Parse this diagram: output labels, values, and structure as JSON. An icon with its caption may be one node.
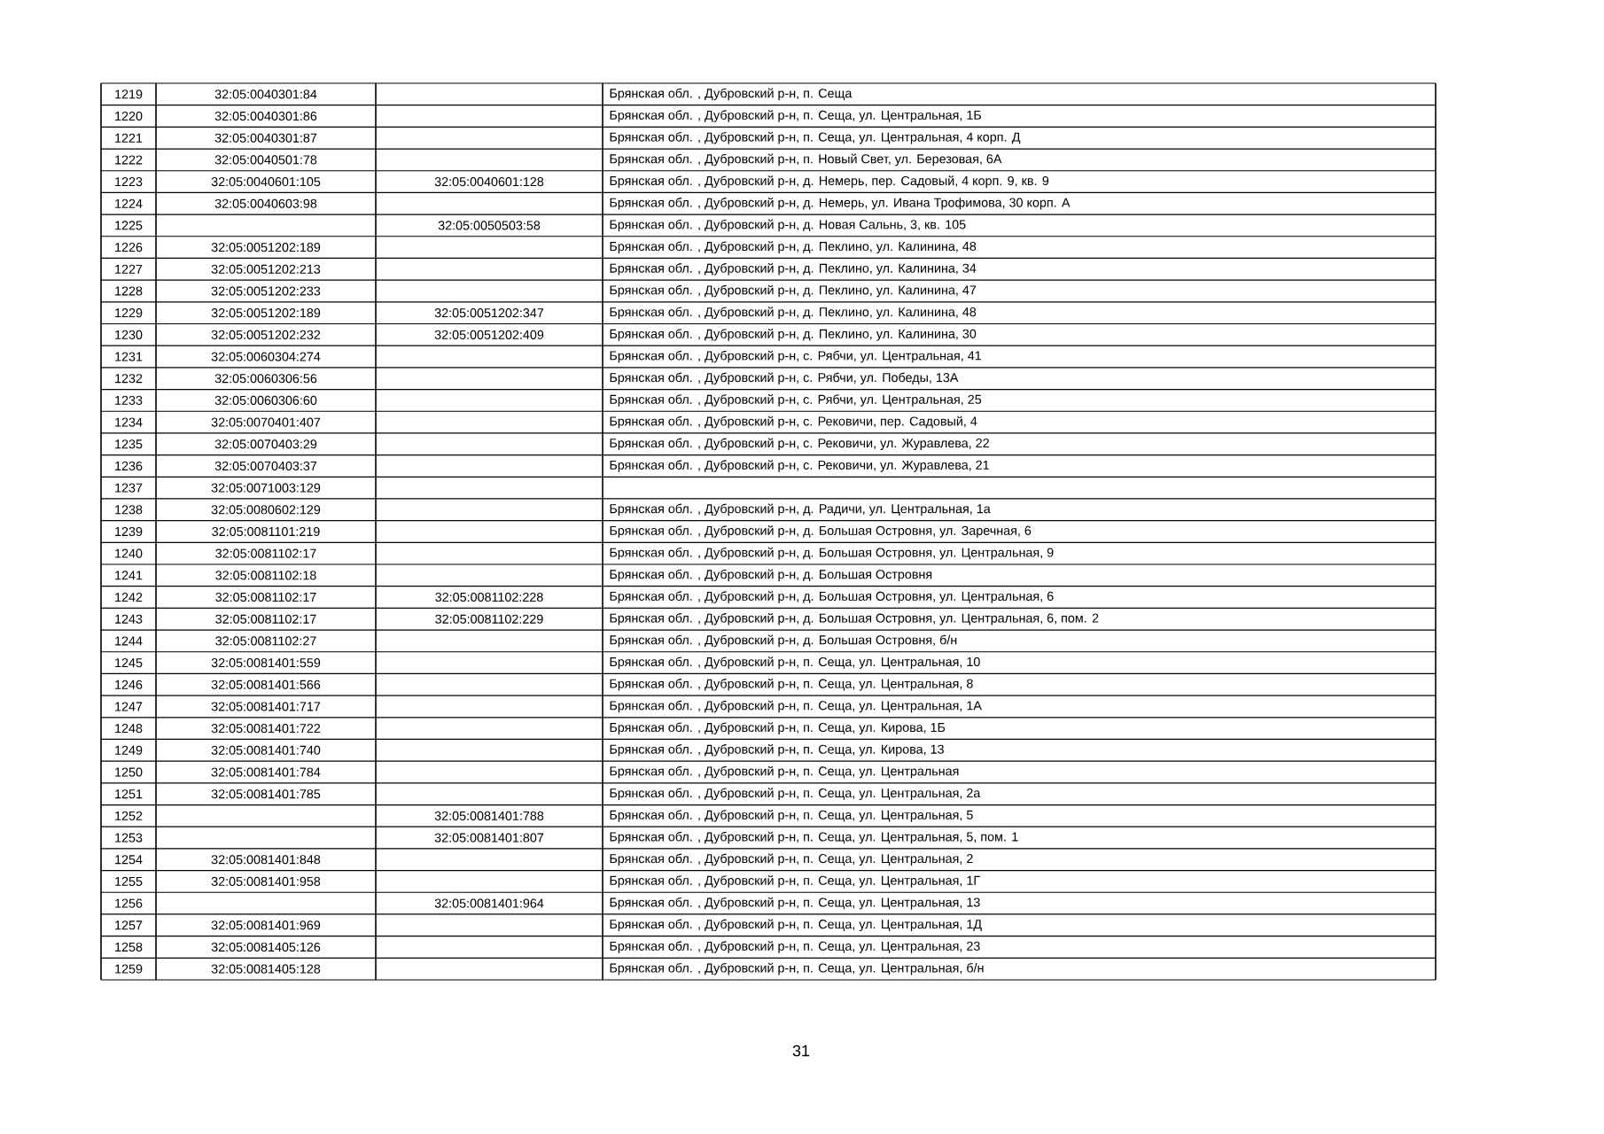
{
  "diagram": {
    "labels": [
      "1219",
      "32:05:0040301:84",
      "Брянская обл. , Дубровский р-н, п. Сеща",
      "1220",
      "32:05:0040301:86",
      "Брянская обл. , Дубровский р-н, п. Сеща, ул. Центральная, 1Б",
      "1221",
      "32:05:0040301:87",
      "Брянская обл. , Дубровский р-н, п. Сеща, ул. Центральная, 4 корп. Д",
      "1222",
      "32:05:0040501:78",
      "Брянская обл. , Дубровский р-н, п. Новый Свет, ул. Березовая, 6А",
      "1223",
      "32:05:0040601:105",
      "32:05:0040601:128",
      "Брянская обл. , Дубровский р-н, д. Немерь, пер. Садовый, 4 корп. 9, кв. 9",
      "1224",
      "32:05:0040603:98",
      "Брянская обл. , Дубровский р-н, д. Немерь, ул. Ивана Трофимова, 30 корп. А",
      "1225",
      "32:05:0050503:58",
      "Брянская обл. , Дубровский р-н, д. Новая Сальнь, 3, кв. 105",
      "1226",
      "32:05:0051202:189",
      "Брянская обл. , Дубровский р-н, д. Пеклино, ул. Калинина, 48",
      "1227",
      "32:05:0051202:213",
      "Брянская обл. , Дубровский р-н, д. Пеклино, ул. Калинина, 34",
      "1228",
      "32:05:0051202:233",
      "Брянская обл. , Дубровский р-н, д. Пеклино, ул. Калинина, 47",
      "1229",
      "32:05:0051202:189",
      "32:05:0051202:347",
      "Брянская обл. , Дубровский р-н, д. Пеклино, ул. Калинина, 48",
      "1230",
      "32:05:0051202:232",
      "32:05:0051202:409",
      "Брянская обл. , Дубровский р-н, д. Пеклино, ул. Калинина, 30",
      "1231",
      "32:05:0060304:274",
      "Брянская обл. , Дубровский р-н, с. Рябчи, ул. Центральная, 41",
      "1232",
      "32:05:0060306:56",
      "Брянская обл. , Дубровский р-н, с. Рябчи, ул. Победы, 13А",
      "1233",
      "32:05:0060306:60",
      "Брянская обл. , Дубровский р-н, с. Рябчи, ул. Центральная, 25",
      "1234",
      "32:05:0070401:407",
      "Брянская обл. , Дубровский р-н, с. Рековичи, пер. Садовый, 4",
      "1235",
      "32:05:0070403:29",
      "Брянская обл. , Дубровский р-н, с. Рековичи, ул. Журавлева, 22",
      "1236",
      "32:05:0070403:37",
      "Брянская обл. , Дубровский р-н, с. Рековичи, ул. Журавлева, 21",
      "1237",
      "32:05:0071003:129",
      "1238",
      "32:05:0080602:129",
      "Брянская обл. , Дубровский р-н, д. Радичи, ул. Центральная, 1а",
      "1239",
      "32:05:0081101:219",
      "Брянская обл. , Дубровский р-н, д. Большая Островня, ул. Заречная, 6",
      "1240",
      "32:05:0081102:17",
      "Брянская обл. , Дубровский р-н, д. Большая Островня, ул. Центральная, 9",
      "1241",
      "32:05:0081102:18",
      "Брянская обл. , Дубровский р-н, д. Большая Островня",
      "1242",
      "32:05:0081102:17",
      "32:05:0081102:228",
      "Брянская обл. , Дубровский р-н, д. Большая Островня, ул. Центральная, 6",
      "1243",
      "32:05:0081102:17",
      "32:05:0081102:229",
      "Брянская обл. , Дубровский р-н, д. Большая Островня, ул. Центральная, 6, пом. 2",
      "1244",
      "32:05:0081102:27",
      "Брянская обл. , Дубровский р-н, д. Большая Островня, б/н",
      "1245",
      "32:05:0081401:559",
      "Брянская обл. , Дубровский р-н, п. Сеща, ул. Центральная, 10",
      "1246",
      "32:05:0081401:566",
      "Брянская обл. , Дубровский р-н, п. Сеща, ул. Центральная, 8",
      "1247",
      "32:05:0081401:717",
      "Брянская обл. , Дубровский р-н, п. Сеща, ул. Центральная, 1А",
      "1248",
      "32:05:0081401:722",
      "Брянская обл. , Дубровский р-н, п. Сеща, ул. Кирова, 1Б",
      "1249",
      "32:05:0081401:740",
      "Брянская обл. , Дубровский р-н, п. Сеща, ул. Кирова, 13",
      "1250",
      "32:05:0081401:784",
      "Брянская обл. , Дубровский р-н, п. Сеща, ул. Центральная",
      "1251",
      "32:05:0081401:785",
      "Брянская обл. , Дубровский р-н, п. Сеща, ул. Центральная, 2а",
      "1252",
      "32:05:0081401:788",
      "Брянская обл. , Дубровский р-н, п. Сеща, ул. Центральная, 5",
      "1253",
      "32:05:0081401:807",
      "Брянская обл. , Дубровский р-н, п. Сеща, ул. Центральная, 5, пом. 1",
      "1254",
      "32:05:0081401:848",
      "Брянская обл. , Дубровский р-н, п. Сеща, ул. Центральная, 2",
      "1255",
      "32:05:0081401:958",
      "Брянская обл. , Дубровский р-н, п. Сеща, ул. Центральная, 1Г",
      "1256",
      "32:05:0081401:964",
      "Брянская обл. , Дубровский р-н, п. Сеща, ул. Центральная, 13",
      "1257",
      "32:05:0081401:969",
      "Брянская обл. , Дубровский р-н, п. Сеща, ул. Центральная, 1Д",
      "1258",
      "32:05:0081405:126",
      "Брянская обл. , Дубровский р-н, п. Сеща, ул. Центральная, 23",
      "1259",
      "32:05:0081405:128",
      "Брянская обл. , Дубровский р-н, п. Сеща, ул. Центральная, б/н",
      "31"
    ]
  }
}
